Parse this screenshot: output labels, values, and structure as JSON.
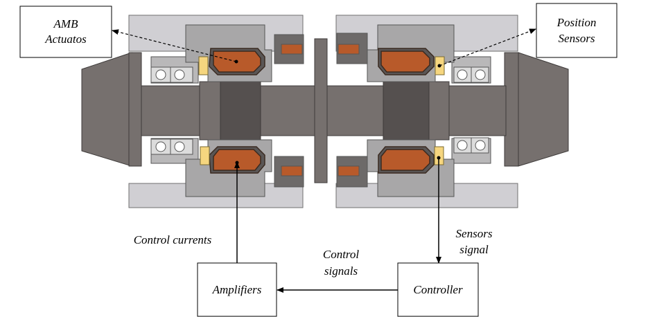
{
  "labels": {
    "amb_line1": "AMB",
    "amb_line2": "Actuatos",
    "pos_line1": "Position",
    "pos_line2": "Sensors",
    "control_currents": "Control currents",
    "sensors_line1": "Sensors",
    "sensors_line2": "signal",
    "control_signals_line1": "Control",
    "control_signals_line2": "signals",
    "amplifiers": "Amplifiers",
    "controller": "Controller"
  },
  "colors": {
    "housing": "#d0cfd3",
    "shaft": "#76706e",
    "shaft_dark": "#55504f",
    "coil": "#b85a2a",
    "stator": "#a8a7a8",
    "sensor": "#f6d67f",
    "line": "#000000"
  }
}
